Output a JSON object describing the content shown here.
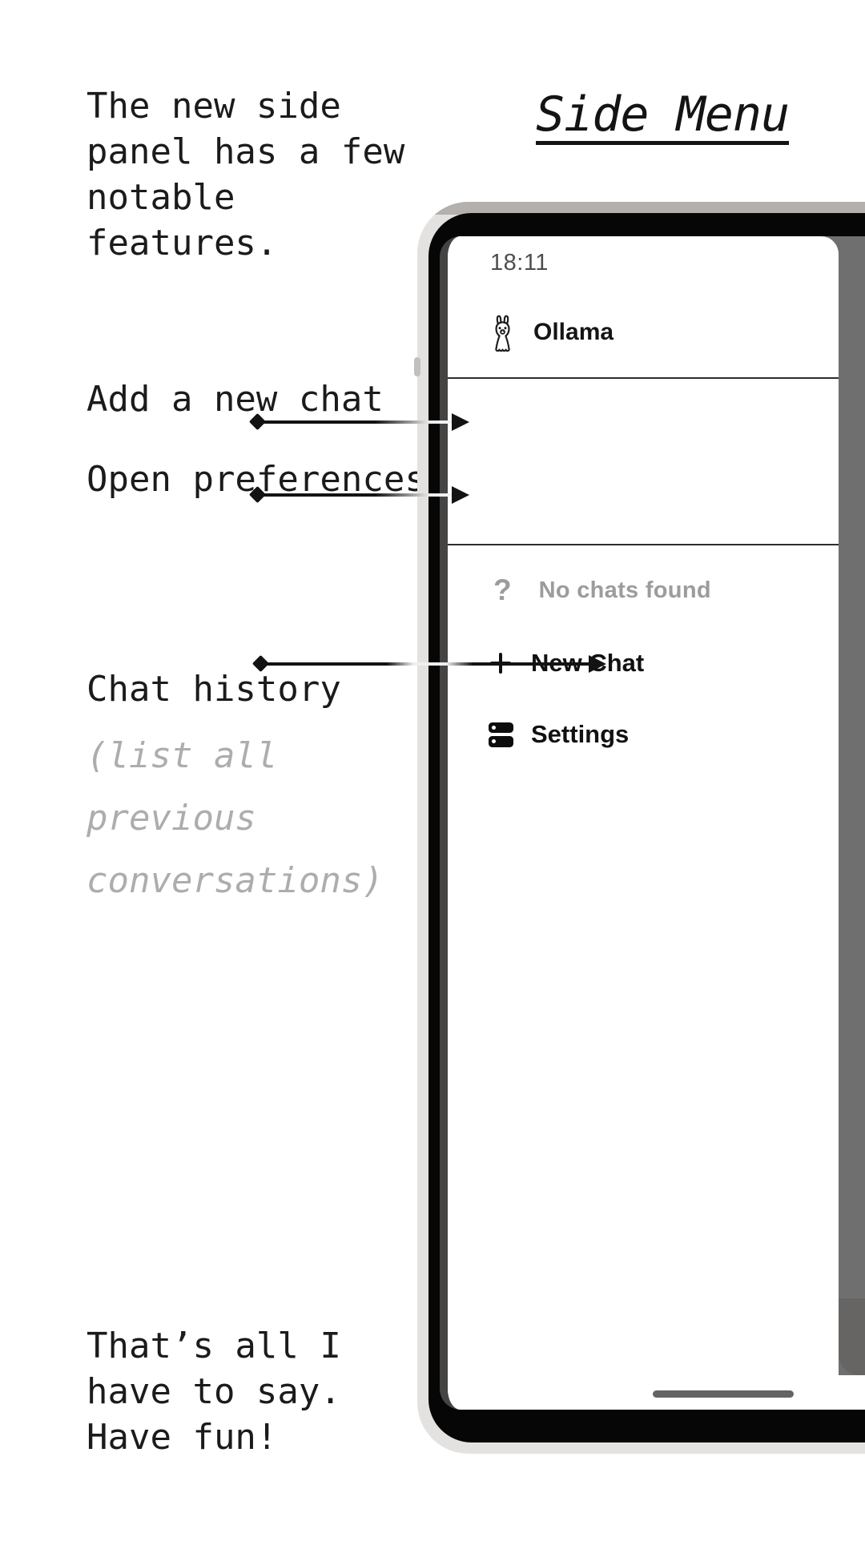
{
  "annotations": {
    "intro": {
      "lines": [
        "The new side",
        "panel has a few",
        "notable",
        "features."
      ]
    },
    "title": "Side Menu",
    "labels": {
      "new_chat": "Add a new chat",
      "preferences": "Open preferences",
      "history": "Chat history",
      "history_note_lines": [
        "(list all",
        "previous",
        "conversations)"
      ]
    },
    "outro": {
      "lines": [
        "That’s all I",
        "have to say.",
        "Have fun!"
      ]
    }
  },
  "phone": {
    "status_bar": {
      "time": "18:11"
    },
    "drawer": {
      "app_name": "Ollama",
      "items": [
        {
          "label": "New Chat",
          "icon": "plus-icon"
        },
        {
          "label": "Settings",
          "icon": "settings-icon"
        }
      ],
      "empty_state": {
        "icon": "question-icon",
        "icon_glyph": "?",
        "text": "No chats found"
      }
    }
  },
  "colors": {
    "page_bg": "#ffffff",
    "annotation_text": "#1b1b1b",
    "history_note": "#adadad",
    "frame": "#e4e2e0",
    "frame_top_band": "#b3b0ad",
    "bezel": "#060606",
    "scrim": "#6f6f6f",
    "divider": "#2d2d2d",
    "muted_text": "#9c9c9c",
    "status_text": "#4e4e4e"
  }
}
